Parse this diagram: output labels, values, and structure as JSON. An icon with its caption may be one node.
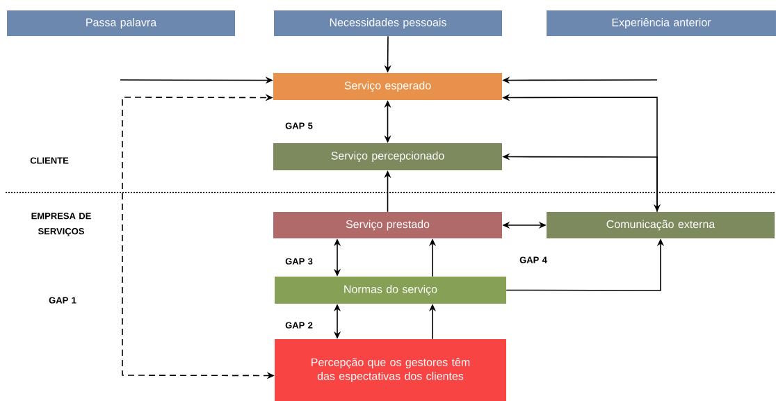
{
  "diagram": {
    "nodes": [
      {
        "text": [
          "Passa palavra"
        ]
      },
      {
        "text": [
          "Necessidades pessoais"
        ]
      },
      {
        "text": [
          "Experiência anterior"
        ]
      },
      {
        "text": [
          "Serviço  esperado"
        ]
      },
      {
        "text": [
          "Serviço percepcionado"
        ]
      },
      {
        "text": [
          "Serviço prestado"
        ]
      },
      {
        "text": [
          "Comunicação externa"
        ]
      },
      {
        "text": [
          "Normas do serviço"
        ]
      },
      {
        "text": [
          "Percepção que os gestores têm das espectativas dos clientes"
        ]
      }
    ],
    "edges": [
      {
        "from": 1,
        "to": 3,
        "arrow": "to"
      },
      {
        "from": null,
        "to": 3,
        "arrow": "to"
      },
      {
        "from": null,
        "to": 3,
        "arrow": "to"
      },
      {
        "from": 8,
        "to": 3,
        "arrow": "both",
        "style": "dashed"
      },
      {
        "from": 3,
        "to": 4,
        "arrow": "both"
      },
      {
        "from": 5,
        "to": 4,
        "arrow": "to"
      },
      {
        "from": 6,
        "to": 3,
        "arrow": "both"
      },
      {
        "from": 6,
        "to": 4,
        "arrow": "to"
      },
      {
        "from": 5,
        "to": 6,
        "arrow": "both"
      },
      {
        "from": 7,
        "to": 5,
        "arrow": "both"
      },
      {
        "from": 7,
        "to": 5,
        "arrow": "to"
      },
      {
        "from": 7,
        "to": 6,
        "arrow": "to"
      },
      {
        "from": 8,
        "to": 7,
        "arrow": "both"
      },
      {
        "from": 8,
        "to": 7,
        "arrow": "to"
      }
    ],
    "labels": [
      "GAP 5",
      "CLIENTE",
      "EMPRESA DE SERVIÇOS",
      "GAP 3",
      "GAP 4",
      "GAP 1",
      "GAP 2"
    ]
  }
}
